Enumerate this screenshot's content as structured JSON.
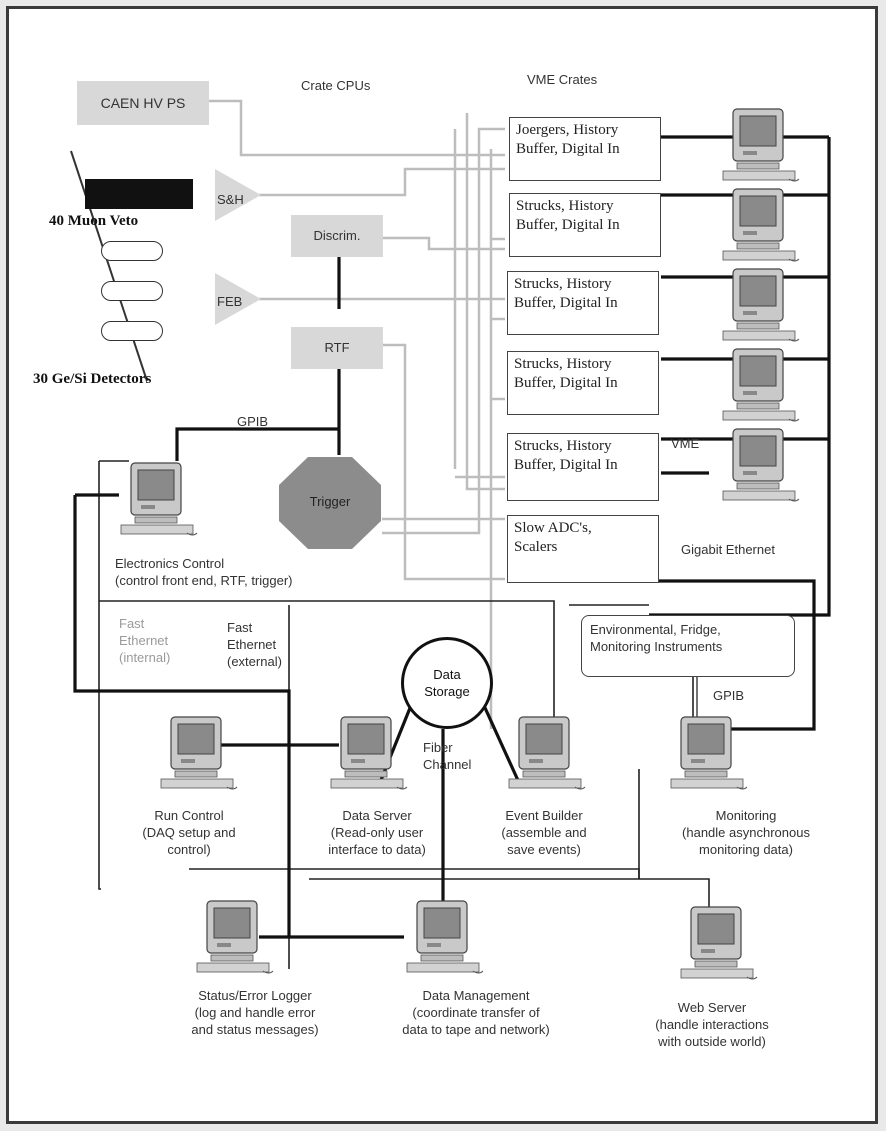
{
  "headers": {
    "crate_cpus": "Crate CPUs",
    "vme_crates": "VME Crates"
  },
  "hv_ps": "CAEN HV PS",
  "muon_veto": "40 Muon Veto",
  "detectors": "30 Ge/Si Detectors",
  "sh": "S&H",
  "feb": "FEB",
  "discrim": "Discrim.",
  "rtf": "RTF",
  "gpib_top": "GPIB",
  "trigger": "Trigger",
  "vme_boxes": [
    "Joergers, History\nBuffer, Digital In",
    "Strucks, History\nBuffer, Digital In",
    "Strucks, History\nBuffer, Digital In",
    "Strucks, History\nBuffer, Digital In",
    "Strucks, History\nBuffer, Digital In",
    "Slow ADC's,\nScalers"
  ],
  "vme_label": "VME",
  "gigabit": "Gigabit Ethernet",
  "electronics_control": "Electronics Control\n(control front end, RTF, trigger)",
  "fast_internal": "Fast\nEthernet\n(internal)",
  "fast_external": "Fast\nEthernet\n(external)",
  "data_storage": "Data\nStorage",
  "fiber": "Fiber\nChannel",
  "environmental": "Environmental, Fridge,\nMonitoring Instruments",
  "gpib_env": "GPIB",
  "computers": {
    "run_control": "Run Control\n(DAQ setup and\ncontrol)",
    "data_server": "Data Server\n(Read-only user\ninterface to data)",
    "event_builder": "Event Builder\n(assemble and\nsave events)",
    "monitoring": "Monitoring\n(handle asynchronous\nmonitoring data)",
    "status_logger": "Status/Error Logger\n(log and handle error\nand status messages)",
    "data_management": "Data Management\n(coordinate transfer of\ndata to tape and network)",
    "web_server": "Web Server\n(handle interactions\nwith outside world)"
  },
  "colors": {
    "line_dark": "#1a1a1a",
    "line_gray": "#bdbdbd",
    "box_gray": "#d8d8d8",
    "trigger": "#8c8c8c"
  }
}
